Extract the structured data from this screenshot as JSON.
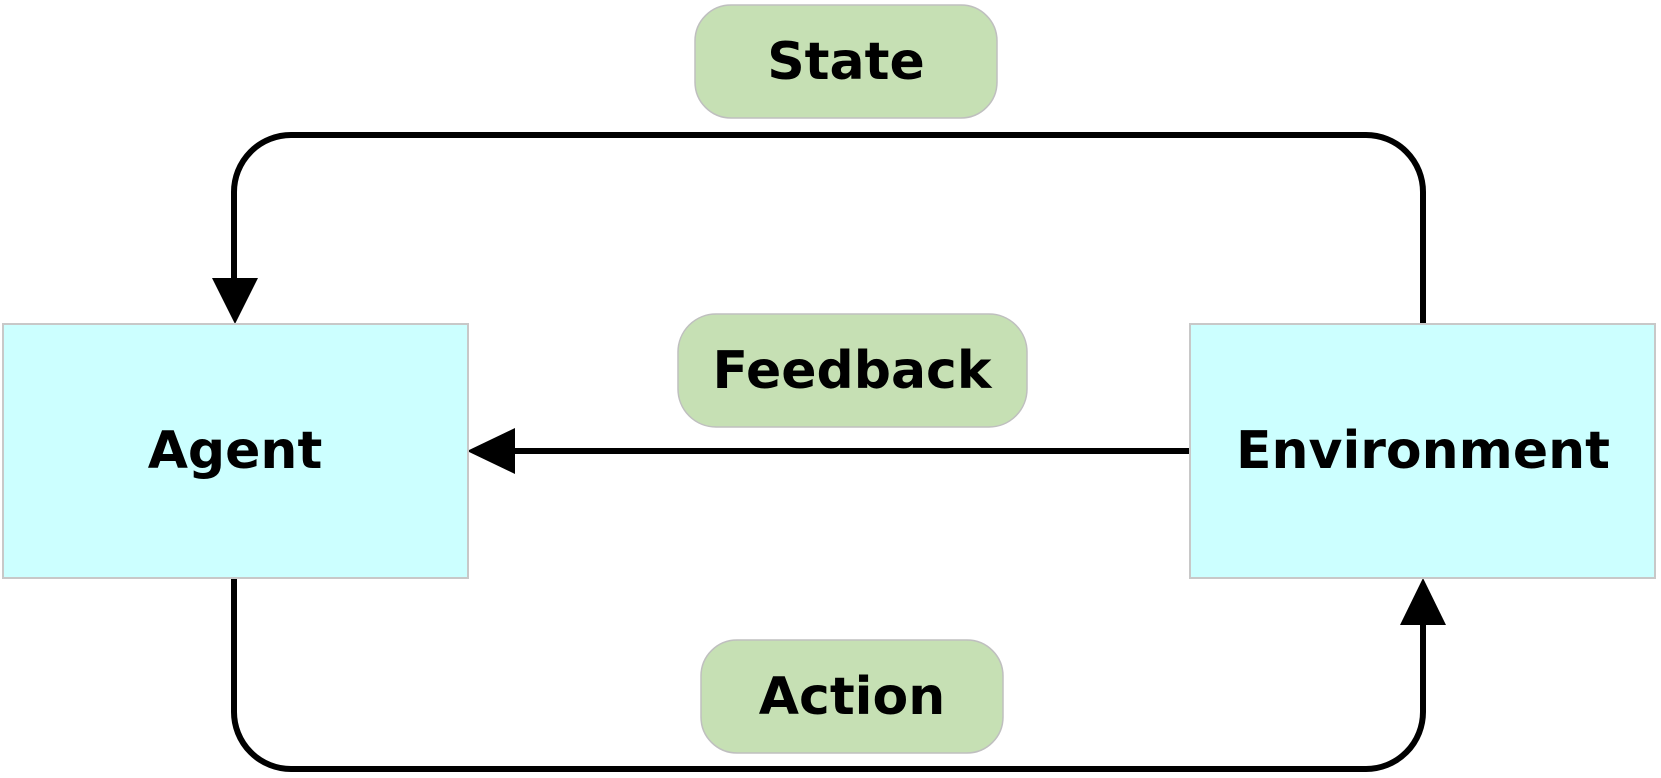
{
  "nodes": {
    "agent": {
      "label": "Agent"
    },
    "environment": {
      "label": "Environment"
    }
  },
  "edges": {
    "state": {
      "label": "State",
      "from": "Environment",
      "to": "Agent"
    },
    "feedback": {
      "label": "Feedback",
      "from": "Environment",
      "to": "Agent"
    },
    "action": {
      "label": "Action",
      "from": "Agent",
      "to": "Environment"
    }
  },
  "colors": {
    "node_fill": "#ccffff",
    "label_fill": "#c6e0b4",
    "line": "#000000"
  }
}
